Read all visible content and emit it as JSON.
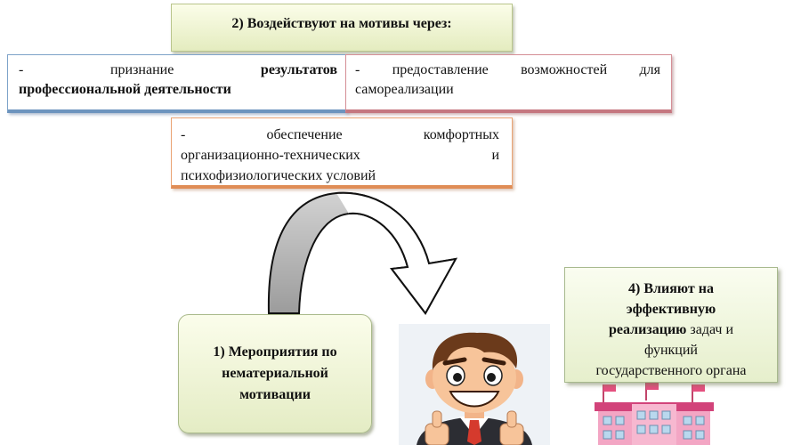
{
  "top_box": {
    "text": "2) Воздействуют на мотивы через:"
  },
  "left_box": {
    "l1_dash": "-",
    "l1_word": "признание",
    "l1_bold": "результатов",
    "l2_bold": "профессиональной деятельности"
  },
  "right_box": {
    "l1_dash": "-",
    "l1_a": "предоставление",
    "l1_b": "возможностей",
    "l1_c": "для",
    "l2": "самореализации"
  },
  "mid_box": {
    "l1_dash": "-",
    "l1_a": "обеспечение",
    "l1_b": "комфортных",
    "l2_a": "организационно-технических",
    "l2_b": "и",
    "l3": "психофизиологических условий"
  },
  "box_one": {
    "text": "1) Мероприятия по нематериальной мотивации"
  },
  "box_four": {
    "bold_1": "4) Влияют на",
    "bold_2": "эффективную",
    "bold_3": "реализацию",
    "rest_3": " задач и",
    "line_4": "функций",
    "line_5": "государственного органа"
  }
}
